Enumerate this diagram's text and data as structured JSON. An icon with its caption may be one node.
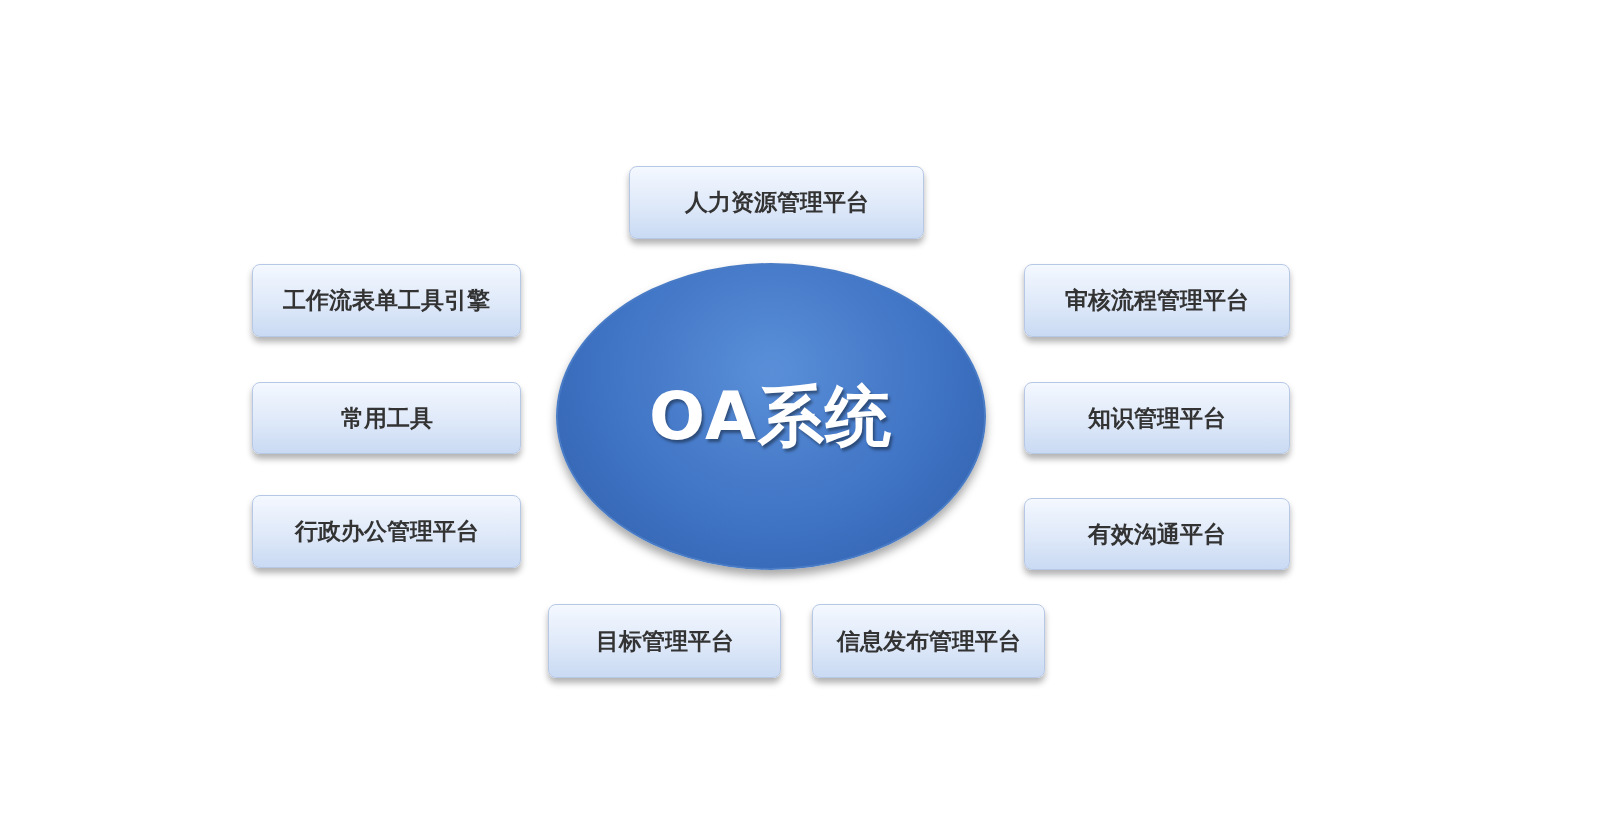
{
  "diagram": {
    "nodes": [
      {
        "text": [
          "人力资源管理平台"
        ]
      },
      {
        "text": [
          "工作流表单工具引擎"
        ]
      },
      {
        "text": [
          "审核流程管理平台"
        ]
      },
      {
        "text": [
          "OA系统"
        ]
      },
      {
        "text": [
          "常用工具"
        ]
      },
      {
        "text": [
          "知识管理平台"
        ]
      },
      {
        "text": [
          "行政办公管理平台"
        ]
      },
      {
        "text": [
          "有效沟通平台"
        ]
      },
      {
        "text": [
          "目标管理平台"
        ]
      },
      {
        "text": [
          "信息发布管理平台"
        ]
      }
    ]
  }
}
